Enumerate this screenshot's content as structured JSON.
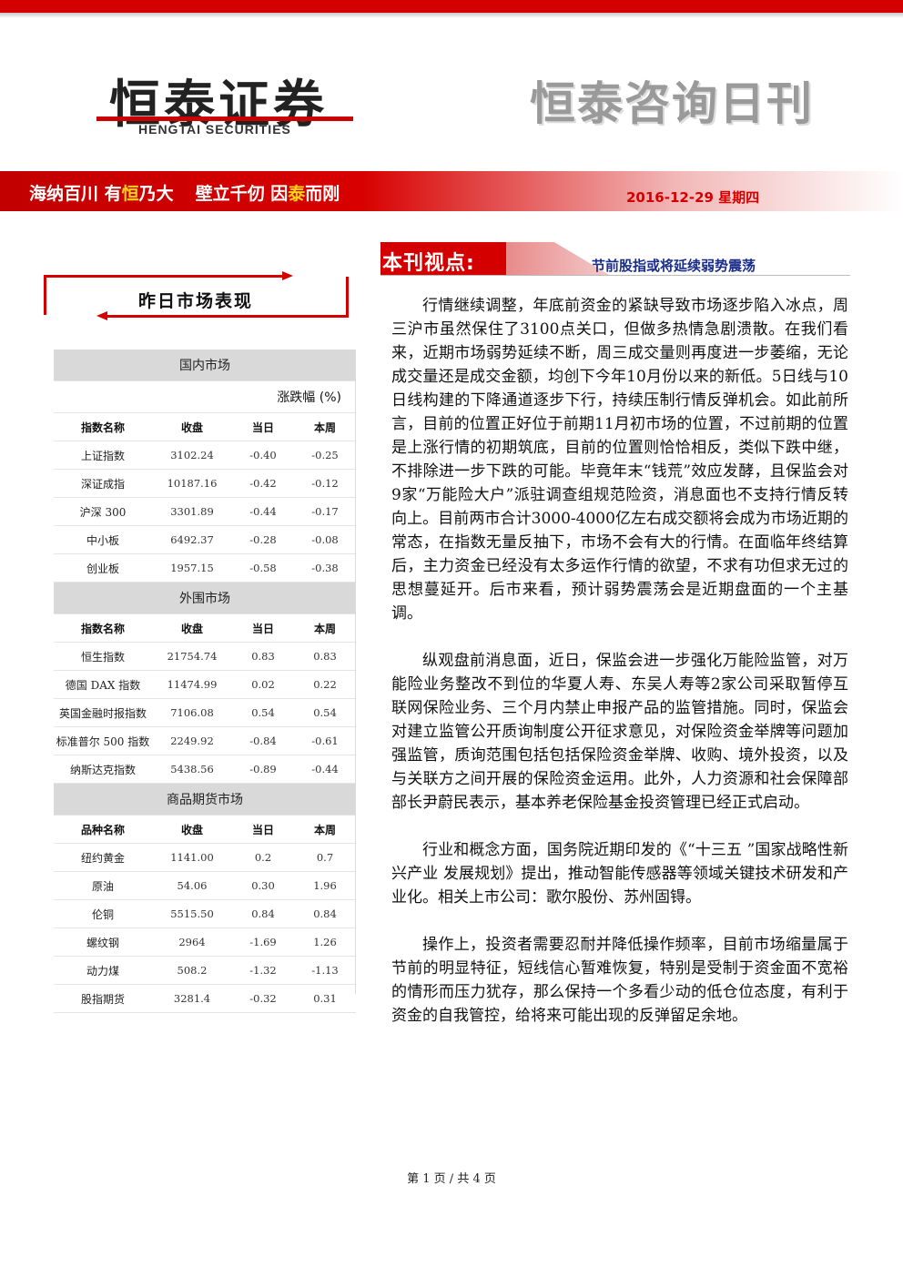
{
  "header": {
    "logo_text": "恒泰证券",
    "logo_sub": "HENGTAI SECURITIES",
    "publication_title": "恒泰咨询日刊",
    "slogan": [
      {
        "text": "海纳百川 有"
      },
      {
        "text": "恒",
        "highlight": true
      },
      {
        "text": "乃大"
      },
      {
        "gap": true
      },
      {
        "text": "壁立千仞 因"
      },
      {
        "text": "泰",
        "highlight": true
      },
      {
        "text": "而刚"
      }
    ],
    "date": "2016-12-29 星期四"
  },
  "sidebar": {
    "title": "昨日市场表现",
    "unit_label": "涨跌幅 (%)",
    "sections": [
      {
        "name": "国内市场",
        "columns": [
          "指数名称",
          "收盘",
          "当日",
          "本周"
        ],
        "rows": [
          [
            "上证指数",
            "3102.24",
            "-0.40",
            "-0.25"
          ],
          [
            "深证成指",
            "10187.16",
            "-0.42",
            "-0.12"
          ],
          [
            "沪深 300",
            "3301.89",
            "-0.44",
            "-0.17"
          ],
          [
            "中小板",
            "6492.37",
            "-0.28",
            "-0.08"
          ],
          [
            "创业板",
            "1957.15",
            "-0.58",
            "-0.38"
          ]
        ]
      },
      {
        "name": "外围市场",
        "columns": [
          "指数名称",
          "收盘",
          "当日",
          "本周"
        ],
        "rows": [
          [
            "恒生指数",
            "21754.74",
            "0.83",
            "0.83"
          ],
          [
            "德国 DAX 指数",
            "11474.99",
            "0.02",
            "0.22"
          ],
          [
            "英国金融时报指数",
            "7106.08",
            "0.54",
            "0.54"
          ],
          [
            "标准普尔 500 指数",
            "2249.92",
            "-0.84",
            "-0.61"
          ],
          [
            "纳斯达克指数",
            "5438.56",
            "-0.89",
            "-0.44"
          ]
        ]
      },
      {
        "name": "商品期货市场",
        "columns": [
          "品种名称",
          "收盘",
          "当日",
          "本周"
        ],
        "rows": [
          [
            "纽约黄金",
            "1141.00",
            "0.2",
            "0.7"
          ],
          [
            "原油",
            "54.06",
            "0.30",
            "1.96"
          ],
          [
            "伦铜",
            "5515.50",
            "0.84",
            "0.84"
          ],
          [
            "螺纹钢",
            "2964",
            "-1.69",
            "1.26"
          ],
          [
            "动力煤",
            "508.2",
            "-1.32",
            "-1.13"
          ],
          [
            "股指期货",
            "3281.4",
            "-0.32",
            "0.31"
          ]
        ]
      }
    ]
  },
  "main": {
    "section_label": "本刊视点:",
    "headline": "节前股指或将延续弱势震荡",
    "paragraphs": [
      "行情继续调整，年底前资金的紧缺导致市场逐步陷入冰点，周三沪市虽然保住了3100点关口，但做多热情急剧溃散。在我们看来，近期市场弱势延续不断，周三成交量则再度进一步萎缩，无论成交量还是成交金额，均创下今年10月份以来的新低。5日线与10日线构建的下降通道逐步下行，持续压制行情反弹机会。如此前所言，目前的位置正好位于前期11月初市场的位置，不过前期的位置是上涨行情的初期筑底，目前的位置则恰恰相反，类似下跌中继，不排除进一步下跌的可能。毕竟年末“钱荒”效应发酵，且保监会对9家“万能险大户”派驻调查组规范险资，消息面也不支持行情反转向上。目前两市合计3000-4000亿左右成交额将会成为市场近期的常态，在指数无量反抽下，市场不会有大的行情。在面临年终结算后，主力资金已经没有太多运作行情的欲望，不求有功但求无过的思想蔓延开。后市来看，预计弱势震荡会是近期盘面的一个主基调。",
      "纵观盘前消息面，近日，保监会进一步强化万能险监管，对万能险业务整改不到位的华夏人寿、东吴人寿等2家公司采取暂停互联网保险业务、三个月内禁止申报产品的监管措施。同时，保监会对建立监管公开质询制度公开征求意见，对保险资金举牌等问题加强监管，质询范围包括包括保险资金举牌、收购、境外投资，以及与关联方之间开展的保险资金运用。此外，人力资源和社会保障部部长尹蔚民表示，基本养老保险基金投资管理已经正式启动。",
      "行业和概念方面，国务院近期印发的《“十三五 ”国家战略性新兴产业 发展规划》提出，推动智能传感器等领域关键技术研发和产业化。相关上市公司：歌尔股份、苏州固锝。",
      "操作上，投资者需要忍耐并降低操作频率，目前市场缩量属于节前的明显特征，短线信心暂难恢复，特别是受制于资金面不宽裕的情形而压力犹存，那么保持一个多看少动的低仓位态度，有利于资金的自我管控，给将来可能出现的反弹留足余地。"
    ]
  },
  "footer": {
    "page_info": "第 1 页 / 共 4 页"
  },
  "colors": {
    "brand_red": "#d40000",
    "slogan_highlight": "#ffd21a",
    "headline_blue": "#1a2d8a",
    "table_section_bg": "#d9d9d9"
  }
}
